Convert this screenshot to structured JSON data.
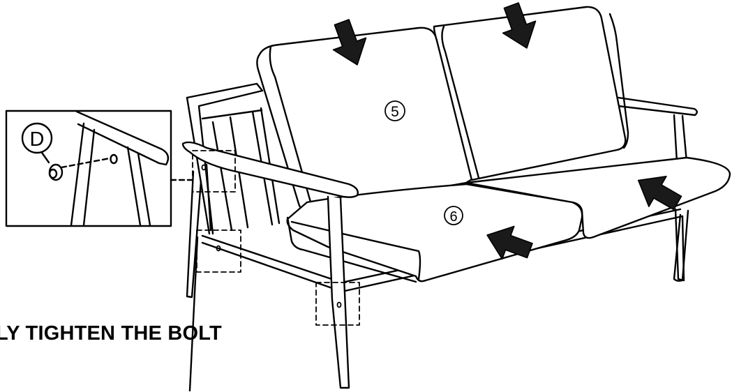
{
  "instruction": {
    "text": "LY TIGHTEN THE BOLT"
  },
  "detail_inset": {
    "part_letter": "D"
  },
  "parts": {
    "back_cushion_number": "5",
    "seat_cushion_number": "6"
  },
  "icons": {
    "push_arrow": "arrow-icon",
    "bolt": "bolt-icon"
  },
  "colors": {
    "line": "#000000",
    "background": "#ffffff",
    "arrow_fill": "#1a1a1a"
  }
}
